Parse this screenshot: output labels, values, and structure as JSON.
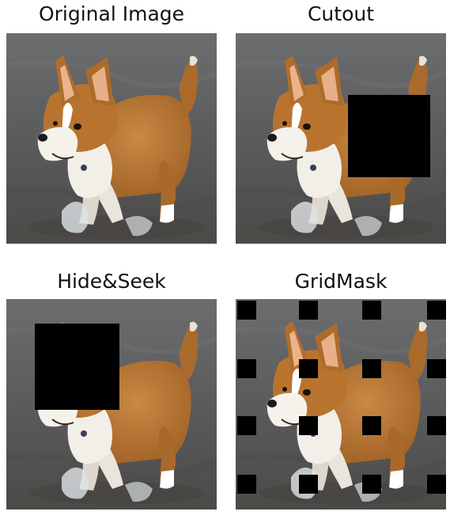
{
  "panels": [
    {
      "title": "Original Image"
    },
    {
      "title": "Cutout"
    },
    {
      "title": "Hide&Seek"
    },
    {
      "title": "GridMask"
    }
  ],
  "colors": {
    "background": "#ffffff",
    "mask": "#000000",
    "ground": "#5d5e60",
    "fur": "#b5722f",
    "fur_light": "#ffffff"
  },
  "icons": [
    "corgi-photo"
  ]
}
